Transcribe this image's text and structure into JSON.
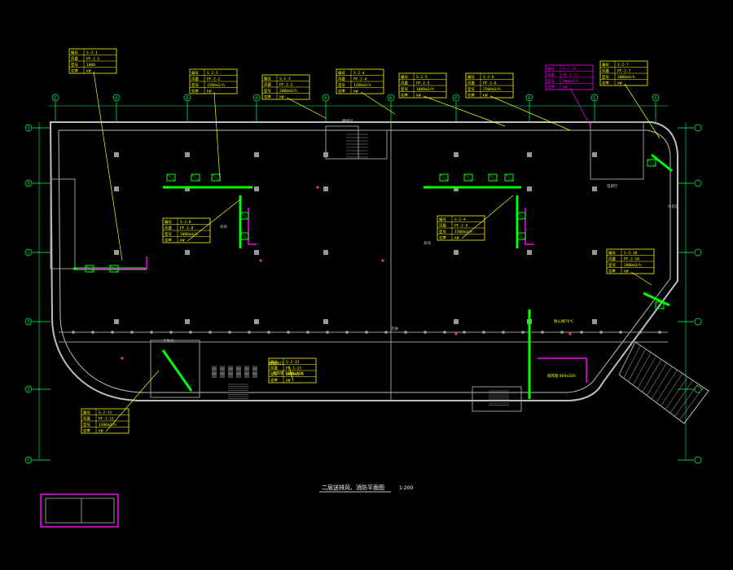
{
  "drawing": {
    "title": "二层送排风、消防平面图",
    "scale": "1:200",
    "colors": {
      "background": "#000000",
      "wall": "#bdbdbd",
      "grid": "#00ff66",
      "duct": "#00ff00",
      "callout": "#ffff00",
      "highlight": "#ff00ff",
      "accent": "#ff3333"
    },
    "callouts": [
      {
        "rows": [
          "编号",
          "风量",
          "型号",
          "功率"
        ],
        "vals": [
          "S-2-1",
          "PF-2-1",
          "1000",
          "kW"
        ]
      },
      {
        "rows": [
          "编号",
          "风量",
          "型号",
          "功率"
        ],
        "vals": [
          "S-2-2",
          "PF-2-2",
          "1500m3/h",
          "kW"
        ]
      },
      {
        "rows": [
          "编号",
          "风量",
          "型号",
          "功率"
        ],
        "vals": [
          "S-2-3",
          "PF-2-3",
          "2000m3/h",
          "kW"
        ]
      },
      {
        "rows": [
          "编号",
          "风量",
          "型号",
          "功率"
        ],
        "vals": [
          "S-2-4",
          "PF-2-4",
          "1200m3/h",
          "kW"
        ]
      },
      {
        "rows": [
          "编号",
          "风量",
          "型号",
          "功率"
        ],
        "vals": [
          "S-2-5",
          "PF-2-5",
          "1800m3/h",
          "kW"
        ]
      },
      {
        "rows": [
          "编号",
          "风量",
          "型号",
          "功率"
        ],
        "vals": [
          "S-2-6",
          "PF-2-6",
          "2500m3/h",
          "kW"
        ]
      },
      {
        "rows": [
          "编号",
          "风量",
          "型号",
          "功率"
        ],
        "vals": [
          "S-2-7",
          "PF-2-7",
          "3000m3/h",
          "kW"
        ]
      },
      {
        "rows": [
          "编号",
          "风量",
          "型号",
          "功率"
        ],
        "vals": [
          "S-2-8",
          "PF-2-8",
          "1000m3/h",
          "kW"
        ]
      },
      {
        "rows": [
          "编号",
          "风量",
          "型号",
          "功率"
        ],
        "vals": [
          "S-2-9",
          "PF-2-9",
          "1500m3/h",
          "kW"
        ]
      },
      {
        "rows": [
          "编号",
          "风量",
          "型号",
          "功率"
        ],
        "vals": [
          "S-2-10",
          "PF-2-10",
          "2000m3/h",
          "kW"
        ]
      },
      {
        "rows": [
          "编号",
          "风量",
          "型号",
          "功率"
        ],
        "vals": [
          "S-2-11",
          "PF-2-11",
          "1200m3/h",
          "kW"
        ]
      },
      {
        "rows": [
          "编号",
          "风量",
          "型号",
          "功率"
        ],
        "vals": [
          "S-2-12",
          "PF-2-12",
          "800m3/h",
          "kW"
        ]
      },
      {
        "rows": [
          "编号",
          "风量",
          "型号",
          "功率"
        ],
        "vals": [
          "S-2-13",
          "PF-2-13",
          "1000m3/h",
          "kW"
        ]
      }
    ],
    "grid_top": [
      "①",
      "②",
      "③",
      "④",
      "⑤",
      "⑥",
      "⑦",
      "⑧"
    ],
    "grid_left": [
      "Ⓐ",
      "Ⓑ",
      "Ⓒ",
      "Ⓓ",
      "Ⓔ",
      "Ⓕ"
    ],
    "room_labels": [
      "商场",
      "商场",
      "楼梯间",
      "卫生间",
      "电梯厅",
      "走廊",
      "休息区"
    ],
    "notes": [
      "防火阀70℃",
      "排烟风口",
      "新风管 1000x400",
      "排风管 800x320"
    ]
  }
}
